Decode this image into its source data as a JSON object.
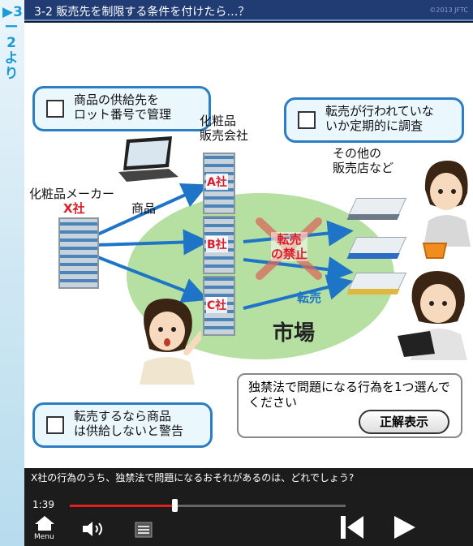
{
  "sidebar": {
    "chapter_vertical": "▶3ー2より"
  },
  "titlebar": {
    "title": "3-2 販売先を制限する条件を付けたら…？",
    "copyright": "©2013 JFTC"
  },
  "scene": {
    "checkbox_supply": "商品の供給先を\nロット番号で管理",
    "checkbox_resale_survey": "転売が行われていな\nいか定期的に調査",
    "checkbox_warn": "転売するなら商品\nは供給しないと警告",
    "label_maker_line1": "化粧品メーカー",
    "label_maker_line2": "X社",
    "label_product": "商品",
    "label_distributors": "化粧品\n販売会社",
    "label_other_stores": "その他の\n販売店など",
    "company_a": "A社",
    "company_b": "B社",
    "company_c": "C社",
    "label_resale_banned": "転売\nの禁止",
    "label_resale": "転売",
    "label_market": "市場",
    "question_text": "独禁法で問題になる行為を1つ選んでください",
    "answer_button": "正解表示"
  },
  "player": {
    "caption": "X社の行為のうち、独禁法で問題になるおそれがあるのは、どれでしょう?",
    "time": "1:39",
    "progress": 0.38,
    "menu_label": "Menu"
  },
  "colors": {
    "titlebar": "#213b73",
    "accent": "#2b7ec2",
    "warning_red": "#d81f2a",
    "seek_red": "#e02020",
    "market_green": "#b5e0a2"
  },
  "icons": [
    "menu-home-icon",
    "volume-icon",
    "transcript-icon",
    "previous-icon",
    "play-icon",
    "laptop-icon",
    "checkbox-icon"
  ]
}
